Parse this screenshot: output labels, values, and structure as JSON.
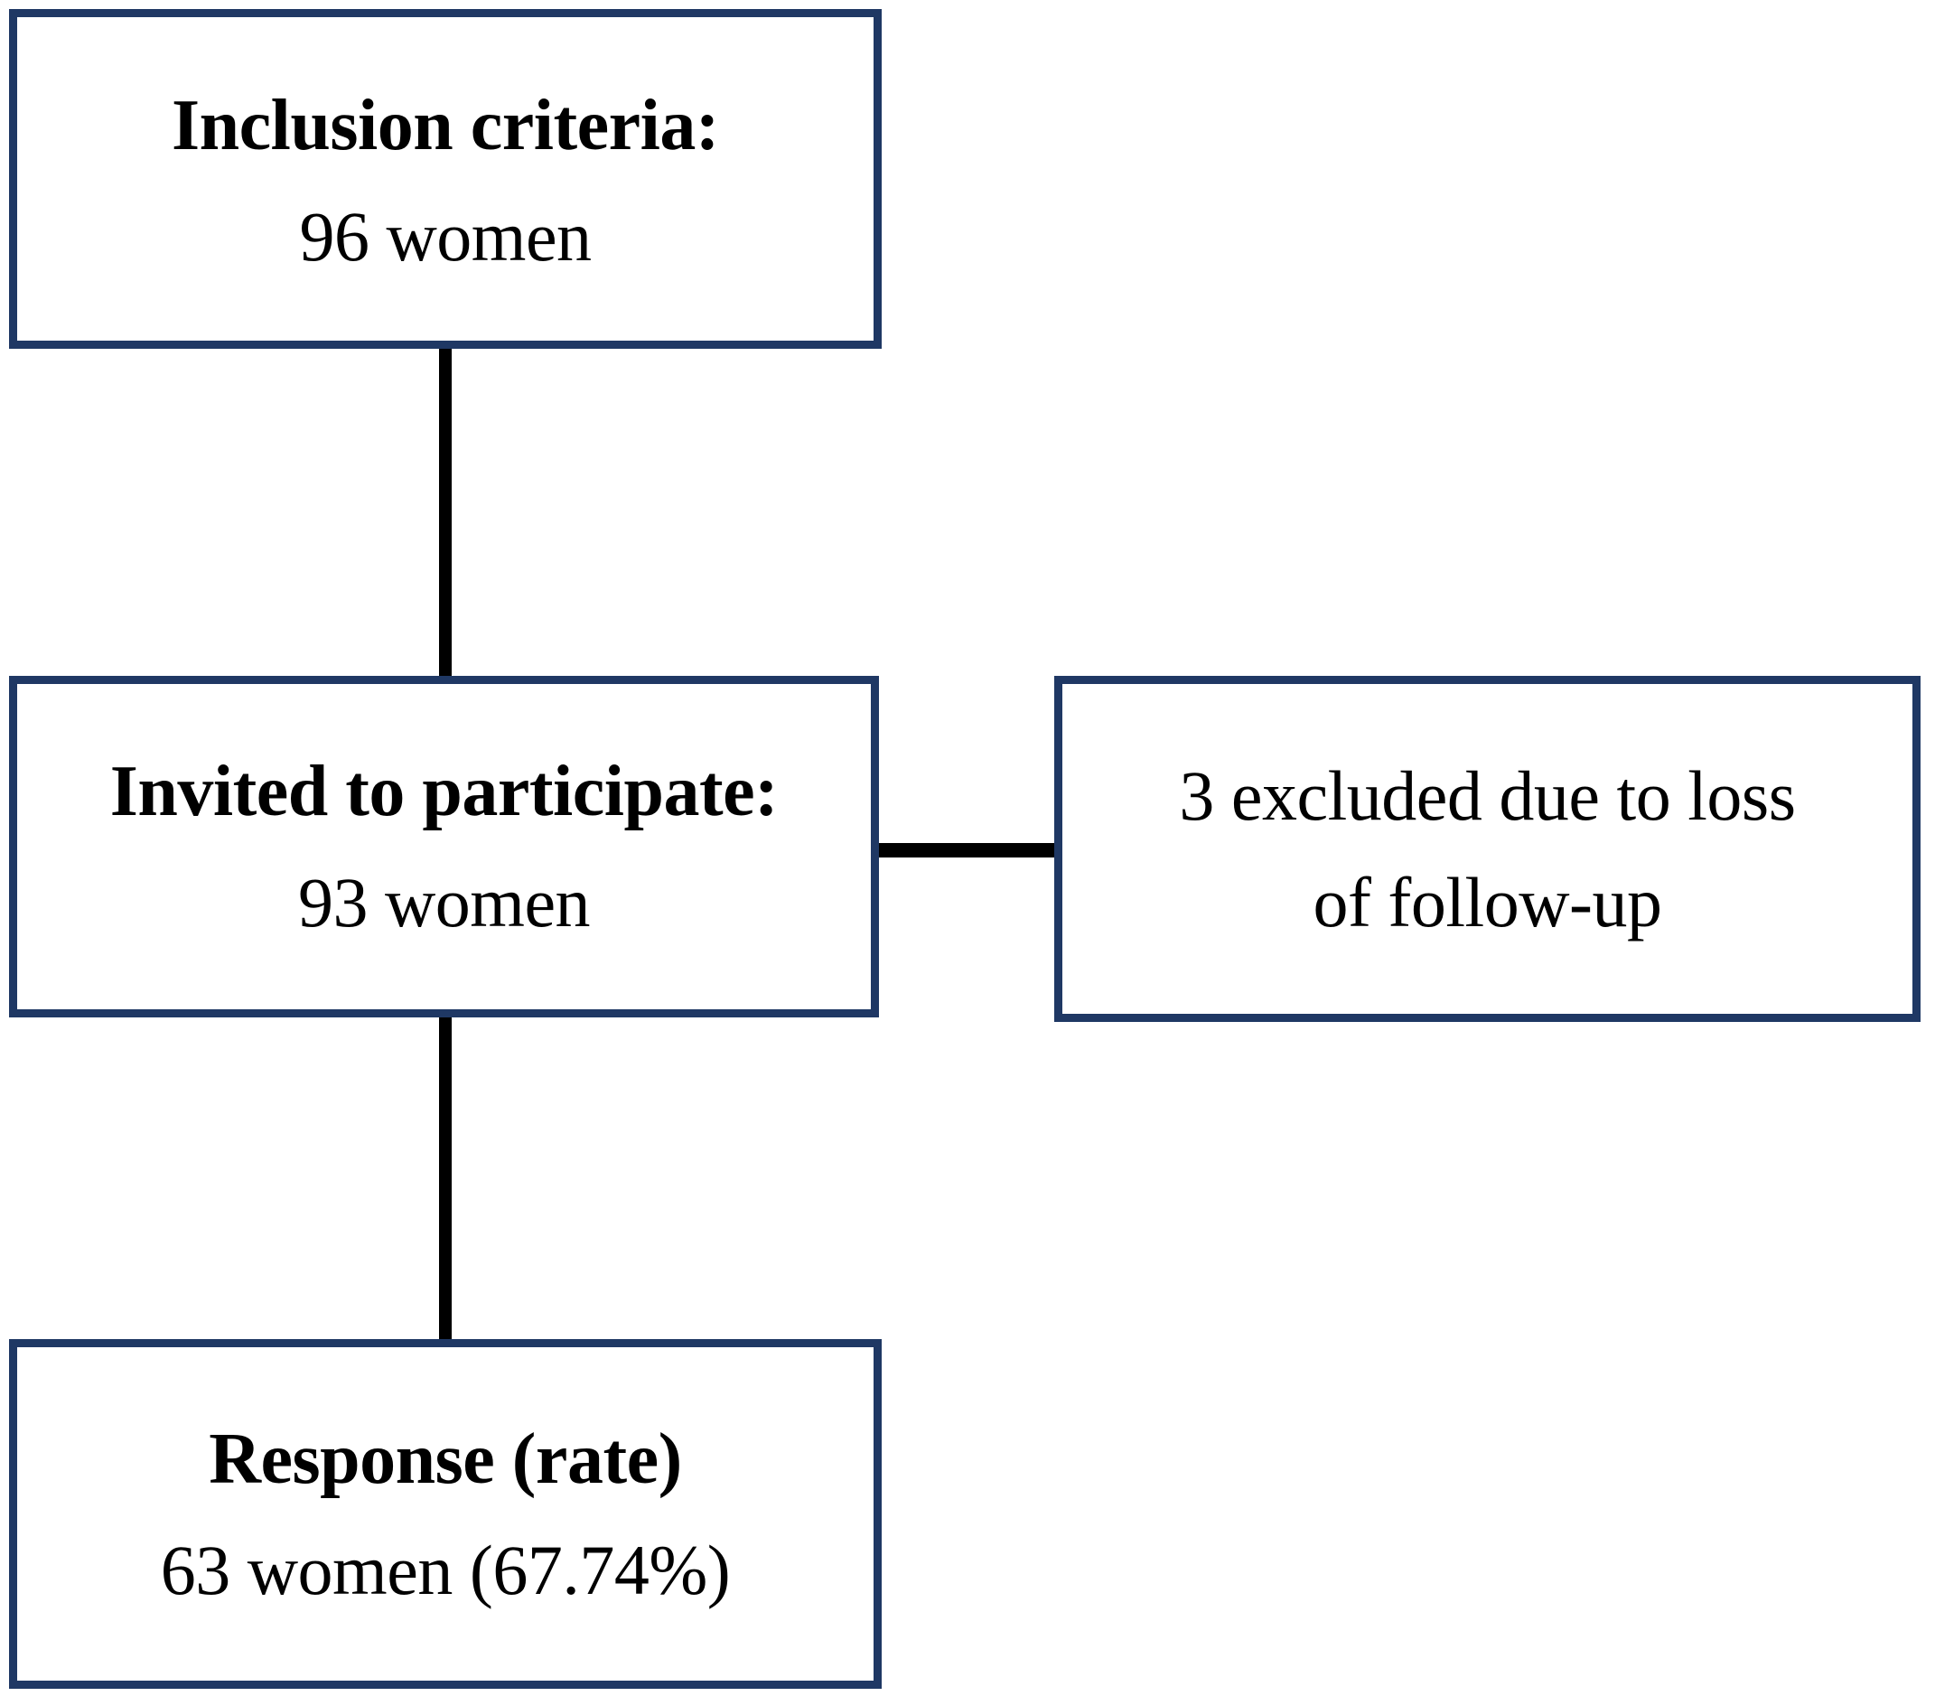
{
  "diagram": {
    "type": "study-participant-flowchart",
    "colors": {
      "box_border": "#1F3864",
      "connector": "#000000",
      "background": "#FFFFFF",
      "text": "#000000"
    },
    "nodes": [
      {
        "id": "inclusion",
        "title": "Inclusion criteria:",
        "value": "96 women",
        "count": 96
      },
      {
        "id": "invited",
        "title": "Invited to participate:",
        "value": "93 women",
        "count": 93
      },
      {
        "id": "excluded",
        "line1": "3 excluded due to loss",
        "line2": "of follow-up",
        "count": 3
      },
      {
        "id": "response",
        "title": "Response (rate)",
        "value": "63 women (67.74%)",
        "count": 63,
        "rate": "67.74%"
      }
    ],
    "connectors": [
      {
        "id": "inclusion-invited",
        "from": "inclusion",
        "to": "invited",
        "orientation": "vertical"
      },
      {
        "id": "invited-excluded",
        "from": "invited",
        "to": "excluded",
        "orientation": "horizontal"
      },
      {
        "id": "invited-response",
        "from": "invited",
        "to": "response",
        "orientation": "vertical"
      }
    ]
  }
}
